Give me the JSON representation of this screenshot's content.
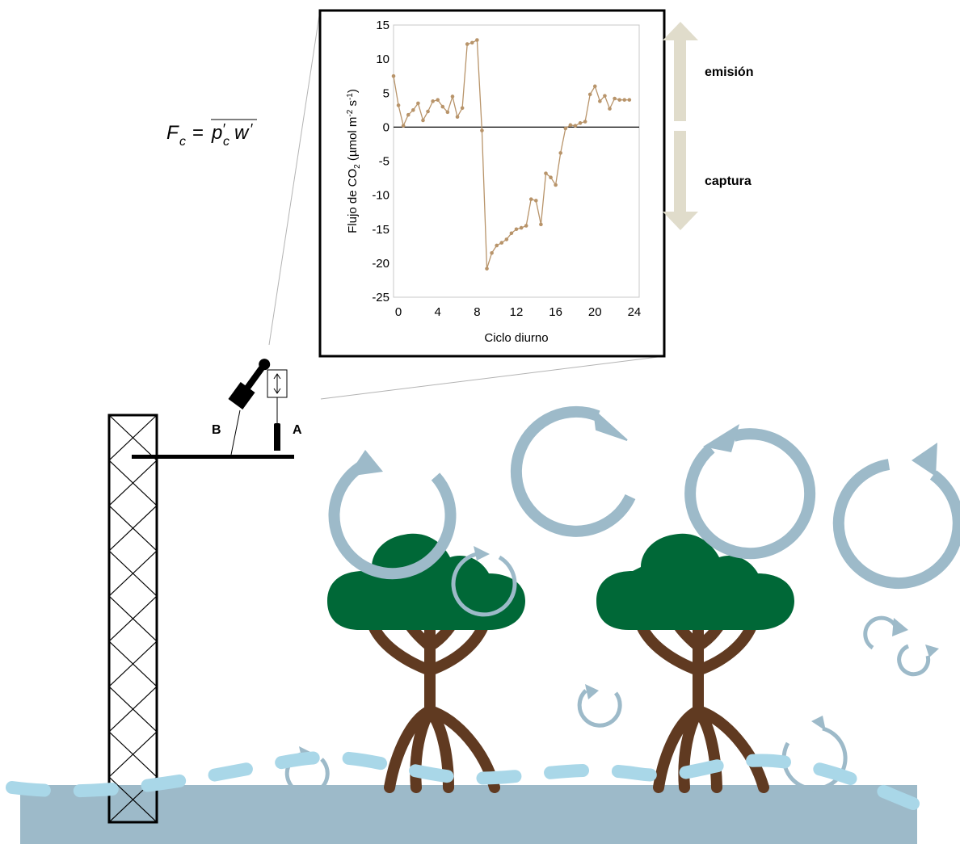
{
  "formula": {
    "lhs": "F",
    "lhs_sub": "c",
    "eq": "=",
    "p": "p",
    "p_sub": "c",
    "w": "w",
    "prime": "′"
  },
  "labels": {
    "sensor_a": "A",
    "sensor_b": "B",
    "emission": "emisión",
    "capture": "captura"
  },
  "colors": {
    "line": "#b8946a",
    "canopy": "#006837",
    "trunk": "#603a21",
    "eddy": "#9dbac9",
    "water": "#9dbac9",
    "wave": "#a9d7e8",
    "arrow": "#e0dccb"
  },
  "chart_data": {
    "type": "line",
    "xlabel": "Ciclo diurno",
    "ylabel_parts": {
      "a": "Flujo de CO",
      "sub": "2",
      "b": " (µmol m",
      "sup1": "-2",
      "c": " s",
      "sup2": "-1",
      "d": ")"
    },
    "xlim": [
      -0.5,
      24.5
    ],
    "ylim": [
      -25,
      15
    ],
    "x_ticks": [
      0,
      4,
      8,
      12,
      16,
      20,
      24
    ],
    "y_ticks": [
      15,
      10,
      5,
      0,
      -5,
      -10,
      -15,
      -20,
      -25
    ],
    "baseline": 0,
    "series": [
      {
        "x": [
          -0.5,
          0,
          0.5,
          1,
          1.5,
          2,
          2.5,
          3,
          3.5,
          4,
          4.5,
          5,
          5.5,
          6,
          6.5,
          7,
          7.5,
          8,
          8.5,
          9,
          9.5,
          10,
          10.5,
          11,
          11.5,
          12,
          12.5,
          13,
          13.5,
          14,
          14.5,
          15,
          15.5,
          16,
          16.5,
          17,
          17.5,
          18,
          18.5,
          19,
          19.5,
          20,
          20.5,
          21,
          21.5,
          22,
          22.5,
          23,
          23.5
        ],
        "y": [
          7.5,
          3.2,
          0.2,
          1.8,
          2.5,
          3.5,
          1.0,
          2.3,
          3.8,
          4.0,
          3.0,
          2.2,
          4.5,
          1.5,
          2.8,
          12.2,
          12.4,
          12.8,
          -0.5,
          -20.8,
          -18.5,
          -17.4,
          -17.0,
          -16.5,
          -15.6,
          -15.0,
          -14.8,
          -14.5,
          -10.6,
          -10.8,
          -14.3,
          -6.8,
          -7.4,
          -8.5,
          -3.8,
          -0.2,
          0.3,
          0.2,
          0.6,
          0.8,
          4.8,
          6.0,
          3.8,
          4.6,
          2.7,
          4.2,
          4.0,
          4.0,
          4.0
        ]
      }
    ]
  }
}
